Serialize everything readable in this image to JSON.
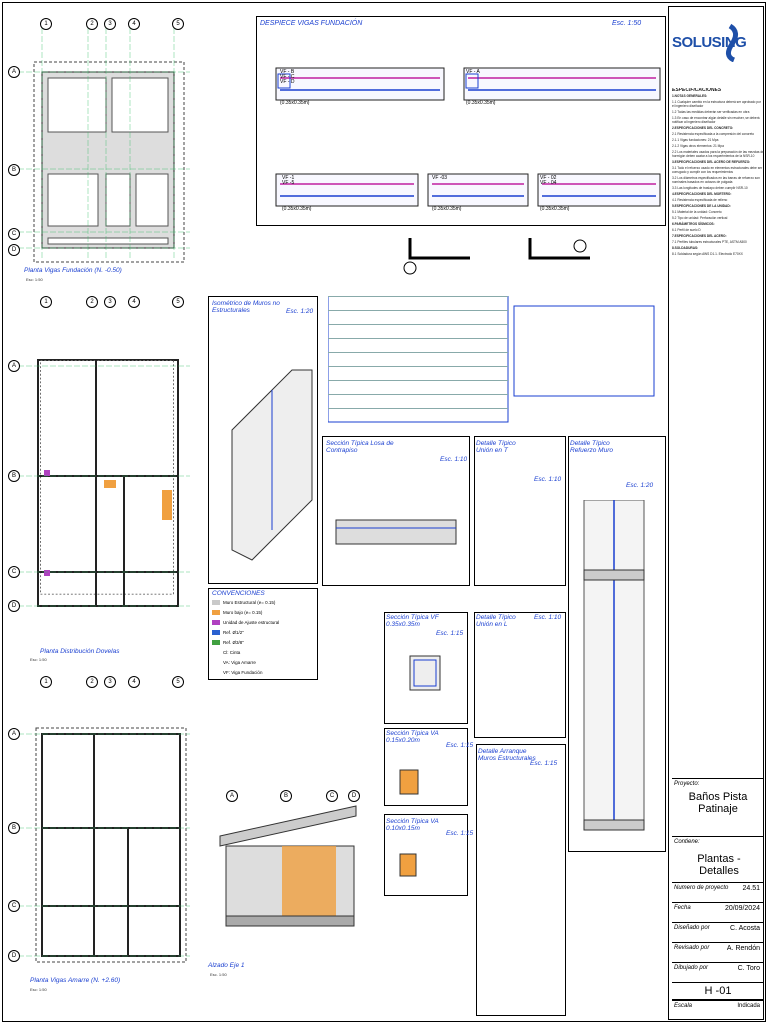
{
  "brand": {
    "logo_text": "SOLUSING",
    "accent": "#1e4fa8"
  },
  "panels": {
    "plan_foundation": {
      "title": "Planta Vigas Fundación (N. -0.50)",
      "scale": "Esc: 1:50"
    },
    "plan_dovelas": {
      "title": "Planta Distribución Dovelas",
      "scale": "Esc: 1:50"
    },
    "plan_amarre": {
      "title": "Planta Vigas Amarre (N. +2.60)",
      "scale": "Esc: 1:50"
    },
    "despiece": {
      "title": "DESPIECE VIGAS FUNDACIÓN",
      "scale": "Esc. 1:50"
    },
    "isometric": {
      "title": "Isométrico de Muros no Estructurales",
      "scale": "Esc. 1:20"
    },
    "losa": {
      "title": "Sección Típica Losa de Contrapiso",
      "scale": "Esc. 1:10"
    },
    "union_t": {
      "title": "Detalle Típico Unión en T",
      "scale": "Esc. 1:10"
    },
    "refuerzo_muro": {
      "title": "Detalle Típico Refuerzo Muro",
      "scale": "Esc. 1:20"
    },
    "vf": {
      "title": "Sección Típica VF 0.35x0.35m",
      "scale": "Esc. 1:15"
    },
    "union_l": {
      "title": "Detalle Típico Unión en L",
      "scale": "Esc. 1:10"
    },
    "va15": {
      "title": "Sección Típica VA 0.15x0.20m",
      "scale": "Esc. 1:15"
    },
    "arranque": {
      "title": "Detalle Arranque Muros Estructurales",
      "scale": "Esc. 1:15"
    },
    "va10": {
      "title": "Sección Típica VA 0.10x0.15m",
      "scale": "Esc. 1:15"
    },
    "alzado": {
      "title": "Alzado Eje 1",
      "scale": "Esc. 1:50"
    },
    "convenciones": {
      "title": "CONVENCIONES"
    }
  },
  "beams": [
    {
      "label": "VF - B\nVF - C\nVF - D",
      "section": "(0.35x0.35m)"
    },
    {
      "label": "VF - A",
      "section": "(0.35x0.35m)"
    },
    {
      "label": "VF -1\nVF -5",
      "section": "(0.35x0.35m)"
    },
    {
      "label": "VF -03",
      "section": "(0.35x0.35m)"
    },
    {
      "label": "VF - 02\nVF - 04",
      "section": "(0.35x0.35m)"
    }
  ],
  "conventions": [
    {
      "swatch": "#c9c9c9",
      "text": "Muro Estructural (e= 0.15)"
    },
    {
      "swatch": "#f0a040",
      "text": "Muro bajo (e= 0.15)"
    },
    {
      "swatch": "#b040c0",
      "text": "Unidad de Ajuste estructural"
    },
    {
      "swatch": "#2a60d0",
      "text": "Ref. Ø1/2\""
    },
    {
      "swatch": "#40a040",
      "text": "Ref. Ø3/8\""
    },
    {
      "swatch": "",
      "text": "Cl: Cinta"
    },
    {
      "swatch": "",
      "text": "VA: Viga Amarre"
    },
    {
      "swatch": "",
      "text": "VF: Viga Fundación"
    }
  ],
  "specs": {
    "heading": "ESPECIFICACIONES",
    "lines": [
      "1.NOTAS GENERALES:",
      "1.1 Cualquier cambio en la estructura deberá ser aprobado por el ingeniero diseñador",
      "1.2 Todas las medidas deberán ser verificadas en obra",
      "1.3 En caso de encontrar algún detalle sin resolver, se deberá notificar al ingeniero diseñador",
      "2.ESPECIFICACIONES DEL CONCRETO:",
      "2.1 Resistencia especificada a la compresión del concreto",
      "2.1.1 Vigas fundaciones: 21 Mpa",
      "2.1.2 Vigas otros elementos: 21 Mpa",
      "2.2 Los materiales usados para la preparación de las mezclas de hormigón deben acatar a los requerimientos de la NSR-10",
      "3.ESPECIFICACIONES DEL ACERO DE REFUERZO:",
      "3.1 Todo el refuerzo usado en elementos estructurales debe ser corrugado y cumplir con los requerimientos",
      "3.2 Los diámetros especificados en las barras de refuerzo son nominales basados en octavos de pulgada",
      "3.3 Las longitudes de traslapo deben cumplir NSR-10",
      "4.ESPECIFICACIONES DEL MORTERO:",
      "4.1 Resistencia especificada de relleno",
      "5.ESPECIFICACIONES DE LA UNIDAD:",
      "5.1 Material de la unidad: Concreto",
      "5.2 Tipo de unidad: Perforación vertical",
      "6.PARÁMETROS SÍSMICOS:",
      "6.1 Perfil de suelo D",
      "7.ESPECIFICACIONES DEL ACERO:",
      "7.1 Perfiles tubulares estructurales PTE, ASTM A500",
      "8.SOLDADURAS:",
      "8.1 Soldadura según AWS D1.1. Electrodo E70XX"
    ]
  },
  "title_block": {
    "project_label": "Proyecto:",
    "project_name": "Baños Pista Patinaje",
    "content_label": "Contiene:",
    "content_value": "Plantas - Detalles",
    "rows": [
      {
        "label": "Numero de proyecto",
        "value": "24.51"
      },
      {
        "label": "Fecha",
        "value": "20/09/2024"
      },
      {
        "label": "Diseñado por",
        "value": "C. Acosta"
      },
      {
        "label": "Revisado por",
        "value": "A. Rendón"
      },
      {
        "label": "Dibujado por",
        "value": "C. Toro"
      }
    ],
    "sheet": "H -01",
    "scale_label": "Escala",
    "scale_value": "Indicada"
  },
  "axes": {
    "columns": [
      "1",
      "2",
      "3",
      "4",
      "5"
    ],
    "rows": [
      "A",
      "B",
      "C",
      "D"
    ],
    "alzado": [
      "A",
      "B",
      "C",
      "D"
    ]
  }
}
